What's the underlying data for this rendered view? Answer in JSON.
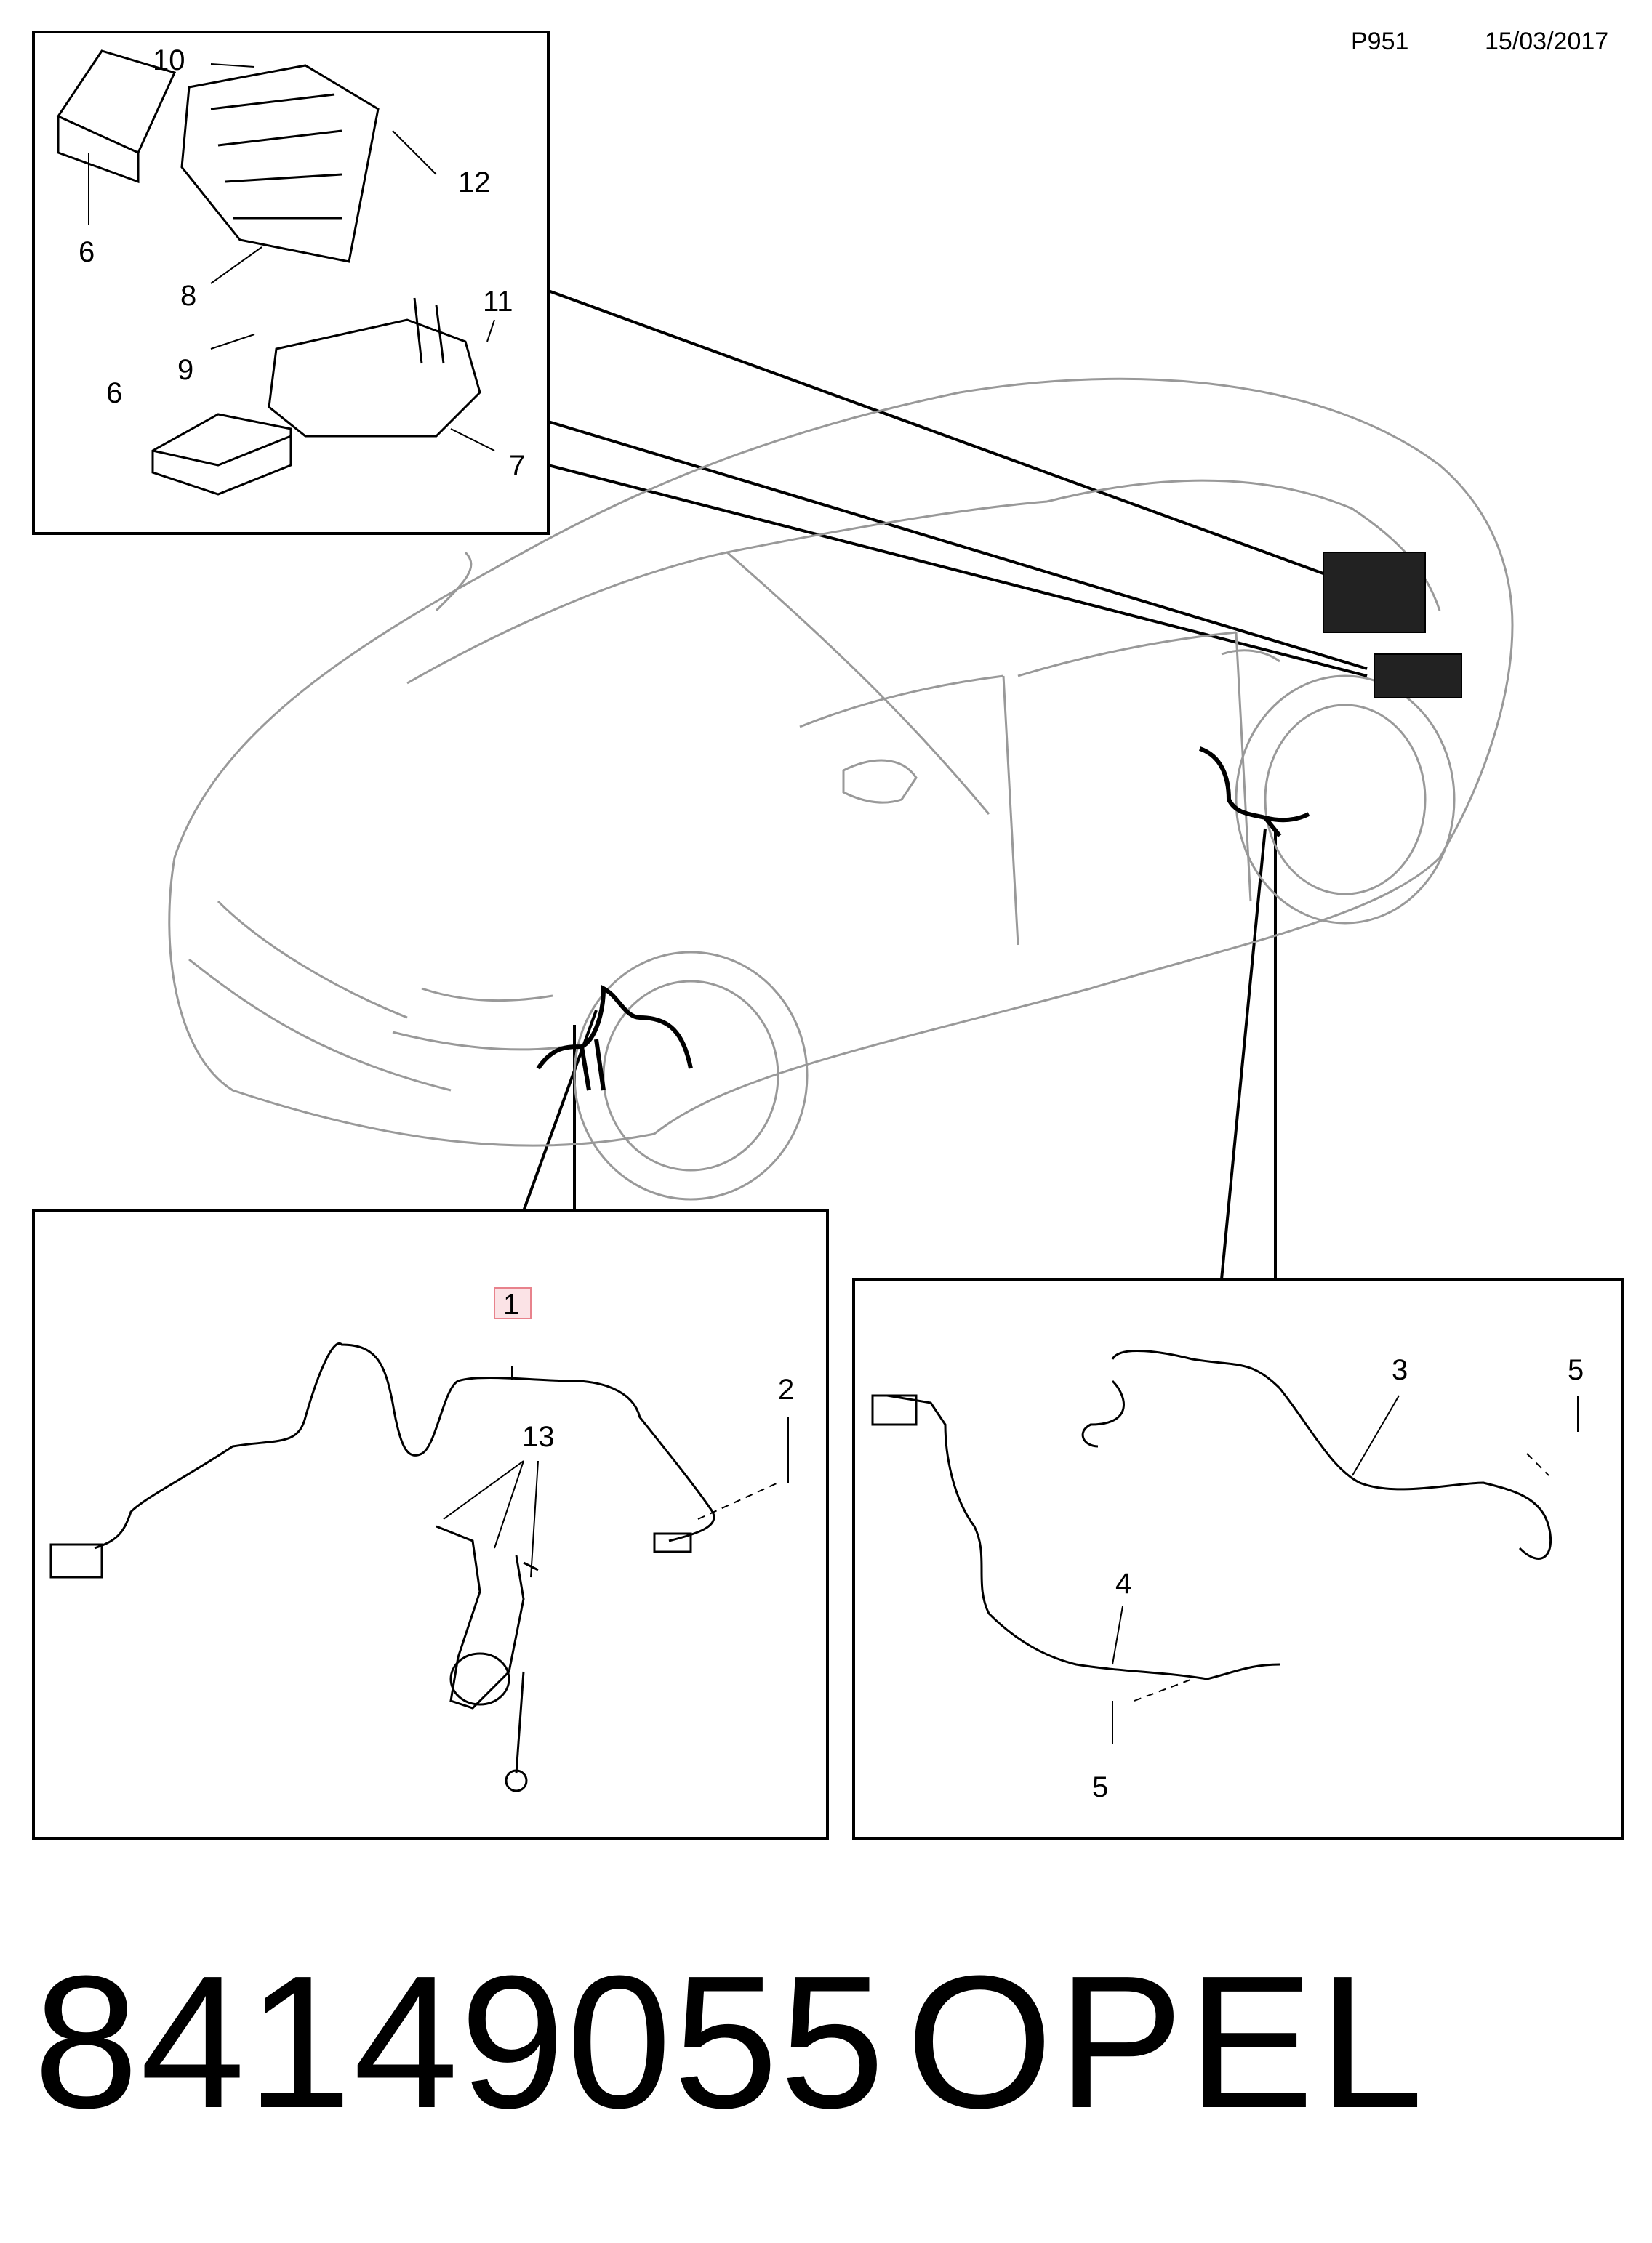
{
  "header": {
    "page_code": "P951",
    "date": "15/03/2017"
  },
  "footer": {
    "part_number": "84149055",
    "brand": "OPEL"
  },
  "callouts": {
    "c1": "1",
    "c2": "2",
    "c3": "3",
    "c4": "4",
    "c5a": "5",
    "c5b": "5",
    "c6a": "6",
    "c6b": "6",
    "c7": "7",
    "c8": "8",
    "c9": "9",
    "c10": "10",
    "c11": "11",
    "c12": "12",
    "c13": "13"
  },
  "highlight_color": "#e8828c",
  "highlight_fill": "#fbe3e6"
}
